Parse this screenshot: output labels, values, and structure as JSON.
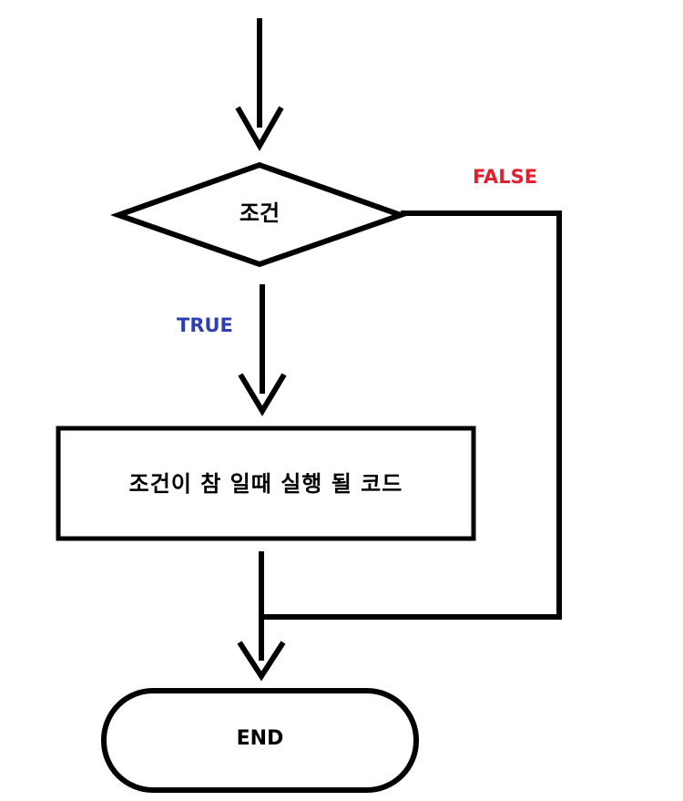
{
  "diagram": {
    "condition_label": "조건",
    "false_label": "FALSE",
    "true_label": "TRUE",
    "process_label": "조건이 참 일때 실행 될 코드",
    "end_label": "END"
  },
  "colors": {
    "false_color": "#e0202e",
    "true_color": "#2f3fb0",
    "line_color": "#000000"
  }
}
